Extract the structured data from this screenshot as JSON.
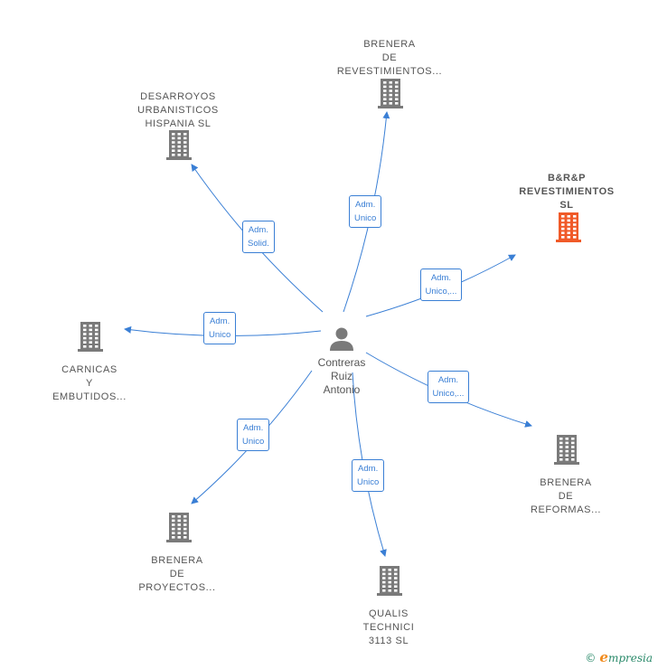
{
  "center": {
    "name_lines": [
      "Contreras",
      "Ruiz",
      "Antonio"
    ],
    "icon": "person-icon"
  },
  "colors": {
    "edge": "#3a7fd5",
    "company": "#7a7a7a",
    "highlight": "#f05a28",
    "text": "#555555"
  },
  "nodes": [
    {
      "id": "brenera-revestimientos",
      "lines": [
        "BRENERA",
        "DE",
        "REVESTIMIENTOS..."
      ],
      "role": [
        "Adm.",
        "Unico"
      ],
      "highlight": false,
      "icon": "building-icon"
    },
    {
      "id": "desarroyos-urbanisticos",
      "lines": [
        "DESARROYOS",
        "URBANISTICOS",
        "HISPANIA  SL"
      ],
      "role": [
        "Adm.",
        "Solid."
      ],
      "highlight": false,
      "icon": "building-icon"
    },
    {
      "id": "br-p-revestimientos",
      "lines": [
        "B&R&P",
        "REVESTIMIENTOS",
        "SL"
      ],
      "role": [
        "Adm.",
        "Unico,..."
      ],
      "highlight": true,
      "icon": "building-icon"
    },
    {
      "id": "carnicas-embutidos",
      "lines": [
        "CARNICAS",
        "Y",
        "EMBUTIDOS..."
      ],
      "role": [
        "Adm.",
        "Unico"
      ],
      "highlight": false,
      "icon": "building-icon"
    },
    {
      "id": "brenera-reformas",
      "lines": [
        "BRENERA",
        "DE",
        "REFORMAS..."
      ],
      "role": [
        "Adm.",
        "Unico,..."
      ],
      "highlight": false,
      "icon": "building-icon"
    },
    {
      "id": "brenera-proyectos",
      "lines": [
        "BRENERA",
        "DE",
        "PROYECTOS..."
      ],
      "role": [
        "Adm.",
        "Unico"
      ],
      "highlight": false,
      "icon": "building-icon"
    },
    {
      "id": "qualis-technici",
      "lines": [
        "QUALIS",
        "TECHNICI",
        "3113  SL"
      ],
      "role": [
        "Adm.",
        "Unico"
      ],
      "highlight": false,
      "icon": "building-icon"
    }
  ],
  "brand": {
    "copyright": "©",
    "initial": "e",
    "rest": "mpresia"
  }
}
